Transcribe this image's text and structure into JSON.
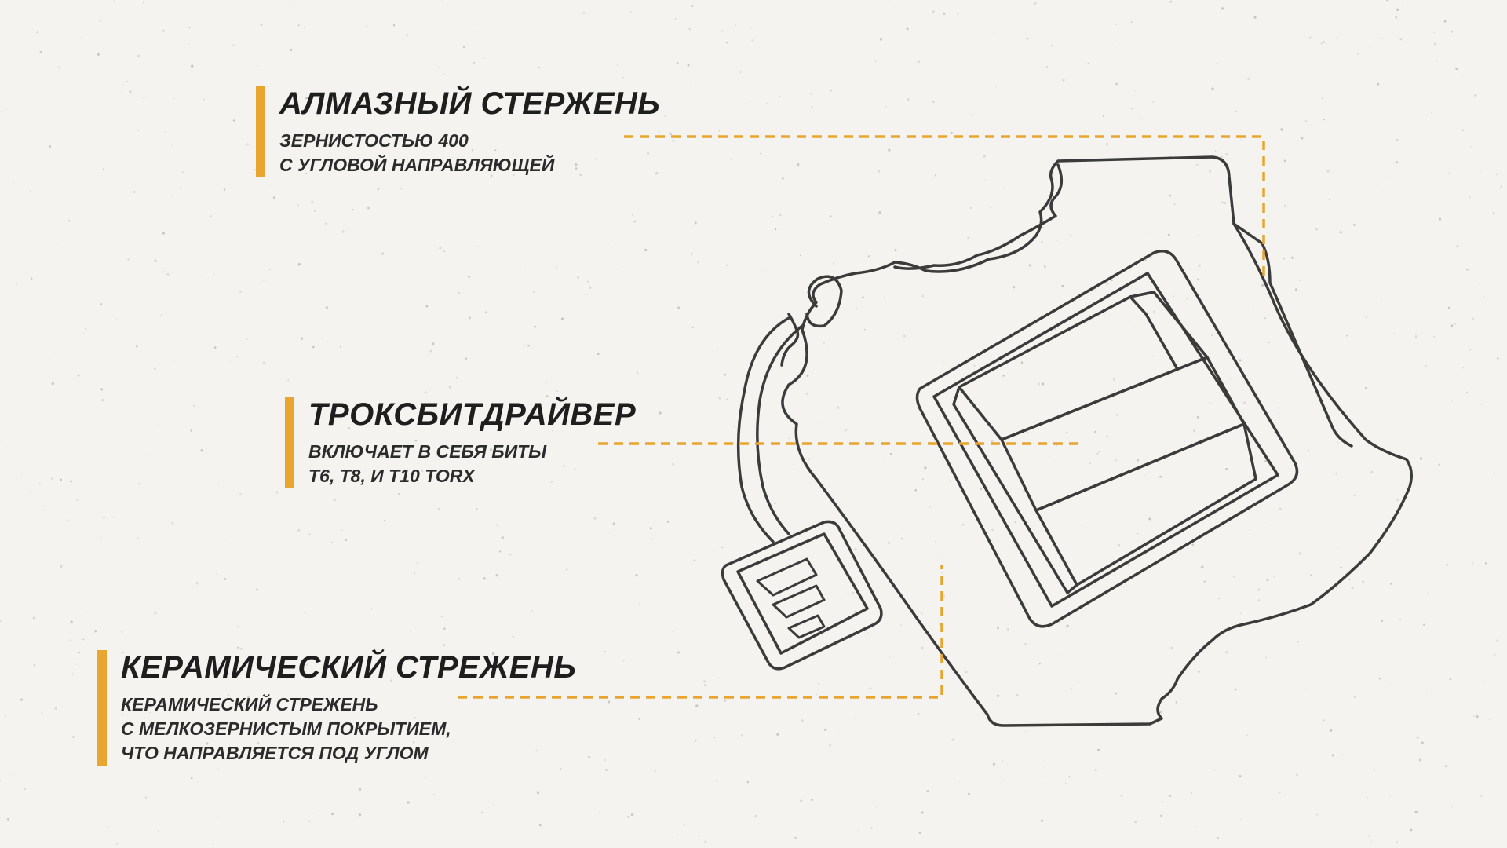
{
  "colors": {
    "background": "#f4f3f0",
    "accent": "#e8a631",
    "line_art": "#3b3b3b",
    "text": "#1e1e1e"
  },
  "callouts": {
    "diamond": {
      "title": "АЛМАЗНЫЙ СТЕРЖЕНЬ",
      "line1": "ЗЕРНИСТОСТЬЮ 400",
      "line2": "С УГЛОВОЙ НАПРАВЛЯЮЩЕЙ"
    },
    "torx": {
      "title": "ТРОКСБИТДРАЙВЕР",
      "line1": "ВКЛЮЧАЕТ В СЕБЯ БИТЫ",
      "line2": "T6, T8, И T10 TORX"
    },
    "ceramic": {
      "title": "КЕРАМИЧЕСКИЙ СТРЕЖЕНЬ",
      "line1": "КЕРАМИЧЕСКИЙ СТРЕЖЕНЬ",
      "line2": "С МЕЛКОЗЕРНИСТЫМ ПОКРЫТИЕМ,",
      "line3": "ЧТО НАПРАВЛЯЕТСЯ ПОД УГЛОМ"
    }
  },
  "illustration": {
    "subject": "multi-tool pouch with attached tag",
    "logo_icon": "brand-stripes-icon"
  }
}
